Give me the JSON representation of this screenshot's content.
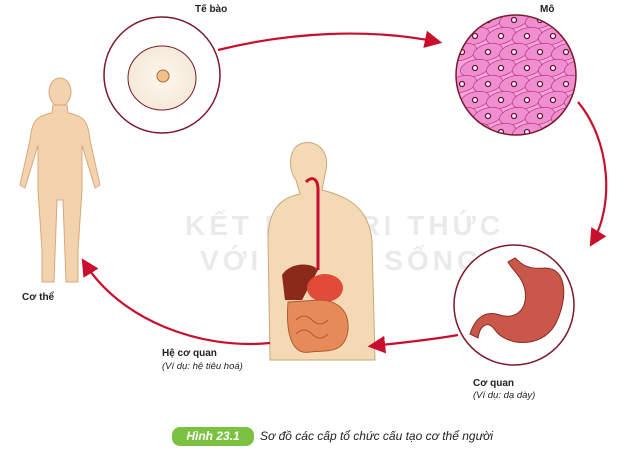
{
  "labels": {
    "cell": "Tế bào",
    "tissue": "Mô",
    "organ": "Cơ quan",
    "organ_example": "(Ví dụ: dạ dày)",
    "organ_system": "Hệ cơ quan",
    "organ_system_example": "(Ví dụ: hệ tiêu hoá)",
    "body": "Cơ thể"
  },
  "caption": {
    "figure": "Hình 23.1",
    "text": "Sơ đồ các cấp tổ chức cấu tạo cơ thể người"
  },
  "watermark": "KẾT NỐI TRI THỨC VỚI CUỘC SỐNG",
  "colors": {
    "arrow": "#c8102e",
    "badge": "#7cc242",
    "tissue": "#f08fcf",
    "skin": "#f3d9b4"
  }
}
